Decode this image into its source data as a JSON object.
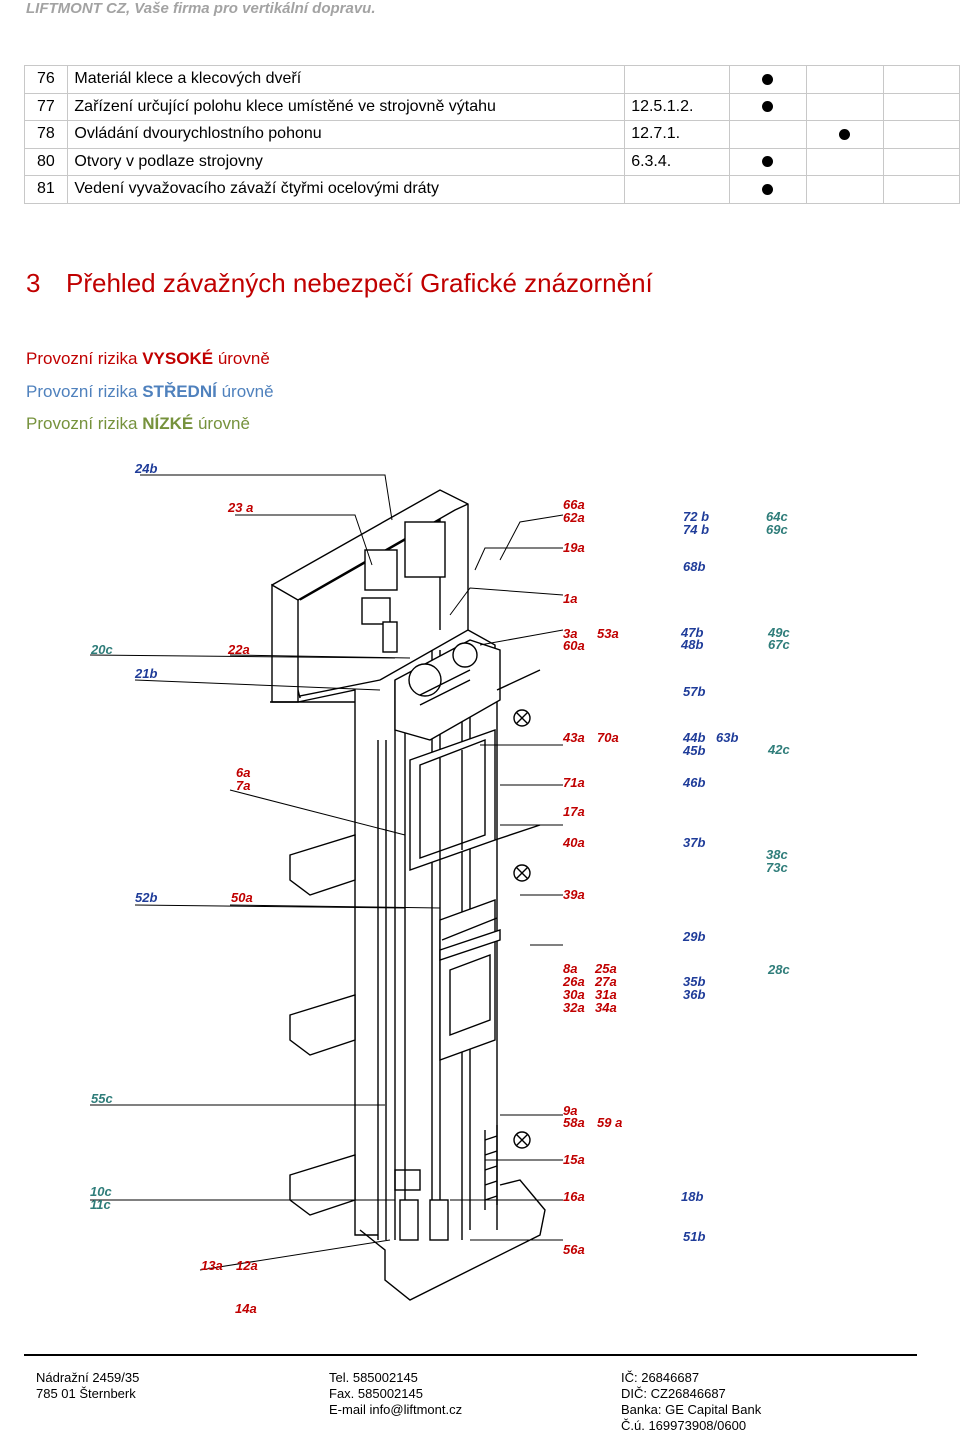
{
  "header": "LIFTMONT CZ, Vaše firma pro vertikální dopravu.",
  "table": [
    {
      "num": "76",
      "desc": "Materiál klece a klecových dveří",
      "ref": "",
      "mark_col": 1
    },
    {
      "num": "77",
      "desc": "Zařízení určující polohu klece umístěné ve strojovně výtahu",
      "ref": "12.5.1.2.",
      "mark_col": 1
    },
    {
      "num": "78",
      "desc": "Ovládání dvourychlostního pohonu",
      "ref": "12.7.1.",
      "mark_col": 2
    },
    {
      "num": "80",
      "desc": "Otvory v podlaze strojovny",
      "ref": "6.3.4.",
      "mark_col": 1
    },
    {
      "num": "81",
      "desc": "Vedení vyvažovacího závaží čtyřmi ocelovými dráty",
      "ref": "",
      "mark_col": 1
    }
  ],
  "section": {
    "number": "3",
    "title": "Přehled závažných nebezpečí Grafické znázornění"
  },
  "legend": {
    "high": {
      "prefix": "Provozní rizika",
      "level": "VYSOKÉ",
      "suffix": "úrovně"
    },
    "mid": {
      "prefix": "Provozní rizika",
      "level": "STŘEDNÍ",
      "suffix": "úrovně"
    },
    "low": {
      "prefix": "Provozní rizika",
      "level": "NÍZKÉ",
      "suffix": "úrovně"
    }
  },
  "colors": {
    "high": "#c00000",
    "mid": "#1f3c99",
    "low": "#2f7d7a",
    "header": "#a3a3a3"
  },
  "diagram_labels": {
    "l24b": "24b",
    "l23a": "23 a",
    "l66a": "66a",
    "l62a": "62a",
    "l19a": "19a",
    "l72b": "72 b",
    "l74b": "74 b",
    "l68b": "68b",
    "l64c": "64c",
    "l69c": "69c",
    "l1a": "1a",
    "l20c": "20c",
    "l22a": "22a",
    "l3a": "3a",
    "l53a": "53a",
    "l60a": "60a",
    "l47b": "47b",
    "l48b": "48b",
    "l49c": "49c",
    "l67c": "67c",
    "l21b": "21b",
    "l57b": "57b",
    "l43a": "43a",
    "l70a": "70a",
    "l44b": "44b",
    "l63b": "63b",
    "l45b": "45b",
    "l42c": "42c",
    "l6a": "6a",
    "l7a": "7a",
    "l71a": "71a",
    "l46b": "46b",
    "l17a": "17a",
    "l40a": "40a",
    "l37b": "37b",
    "l38c": "38c",
    "l73c": "73c",
    "l52b": "52b",
    "l50a": "50a",
    "l39a": "39a",
    "l29b": "29b",
    "l8a": "8a",
    "l25a": "25a",
    "l26a": "26a",
    "l27a": "27a",
    "l30a": "30a",
    "l31a": "31a",
    "l32a": "32a",
    "l34a": "34a",
    "l35b": "35b",
    "l36b": "36b",
    "l28c": "28c",
    "l55c": "55c",
    "l9a": "9a",
    "l58a": "58a",
    "l59a": "59 a",
    "l15a": "15a",
    "l10c": "10c",
    "l11c": "11c",
    "l16a": "16a",
    "l18b": "18b",
    "l51b": "51b",
    "l56a": "56a",
    "l13a": "13a",
    "l12a": "12a",
    "l14a": "14a"
  },
  "footer": {
    "col1": [
      "Nádražní 2459/35",
      "785 01 Šternberk"
    ],
    "col2": [
      "Tel. 585002145",
      "Fax. 585002145",
      "E-mail info@liftmont.cz"
    ],
    "col3": [
      "IČ: 26846687",
      "DIČ: CZ26846687",
      "Banka: GE Capital Bank",
      "Č.ú. 169973908/0600"
    ]
  }
}
